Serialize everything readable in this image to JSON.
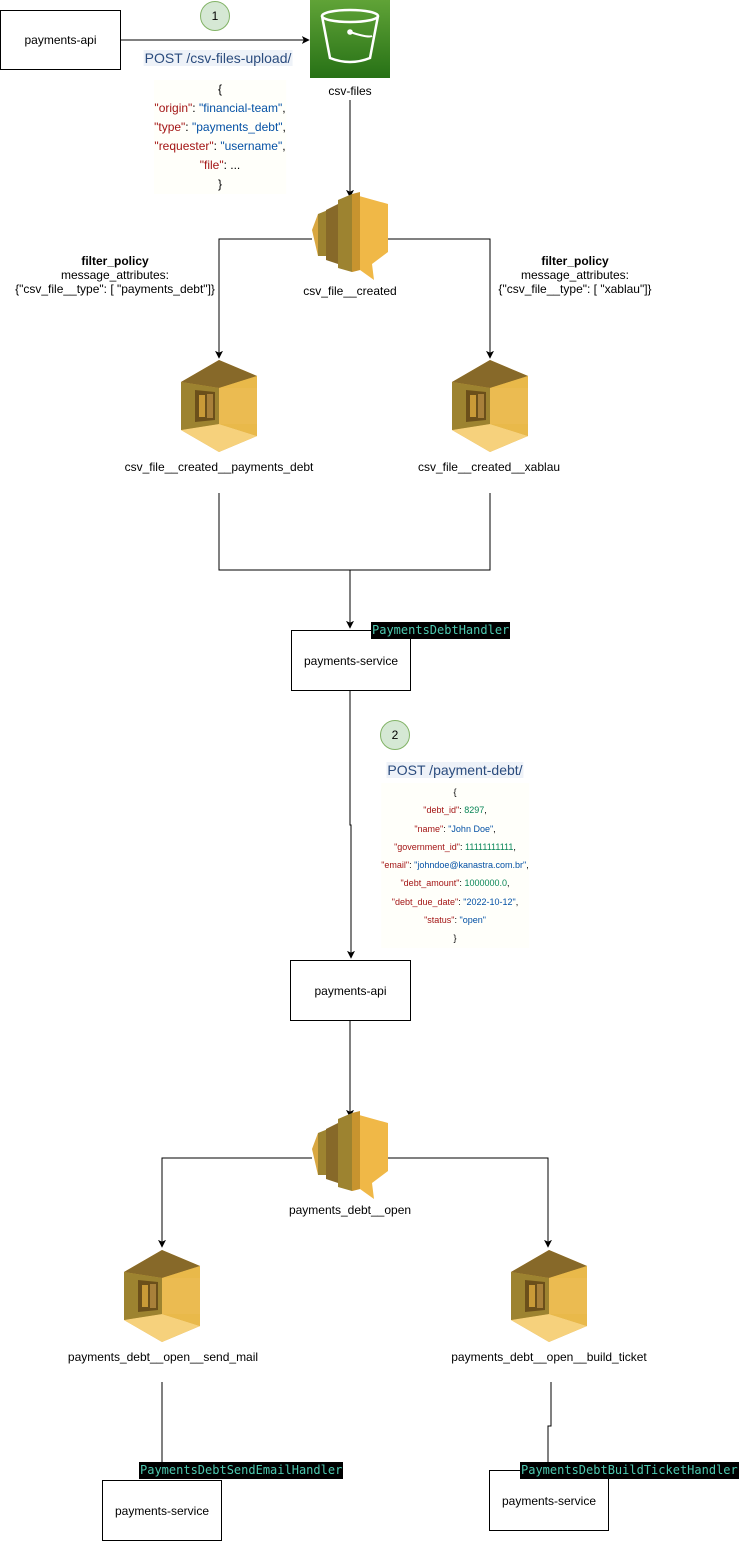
{
  "nodes": {
    "api_top": "payments-api",
    "bucket": "csv-files",
    "topic_created": "csv_file__created",
    "queue_payments_debt": "csv_file__created__payments_debt",
    "queue_xablau": "csv_file__created__xablau",
    "service_mid": "payments-service",
    "api_mid": "payments-api",
    "topic_open": "payments_debt__open",
    "queue_send_mail": "payments_debt__open__send_mail",
    "queue_build_ticket": "payments_debt__open__build_ticket",
    "service_mail": "payments-service",
    "service_ticket": "payments-service"
  },
  "steps": {
    "one": "1",
    "two": "2"
  },
  "endpoints": {
    "upload": "POST /csv-files-upload/",
    "payment_debt": "POST /payment-debt/"
  },
  "upload_body": {
    "open": "{",
    "close": "}",
    "entries": [
      {
        "key": "\"origin\"",
        "sep": ": ",
        "value": "\"financial-team\"",
        "kind": "s",
        "trail": ","
      },
      {
        "key": "\"type\"",
        "sep": ": ",
        "value": "\"payments_debt\"",
        "kind": "s",
        "trail": ","
      },
      {
        "key": "\"requester\"",
        "sep": ": ",
        "value": "\"username\"",
        "kind": "s",
        "trail": ","
      },
      {
        "key": "\"file\"",
        "sep": ": ",
        "value": "...",
        "kind": "p",
        "trail": ""
      }
    ]
  },
  "payment_body": {
    "open": "{",
    "close": "}",
    "entries": [
      {
        "key": "\"debt_id\"",
        "sep": ": ",
        "value": "8297",
        "kind": "n",
        "trail": ","
      },
      {
        "key": "\"name\"",
        "sep": ": ",
        "value": "\"John Doe\"",
        "kind": "s",
        "trail": ","
      },
      {
        "key": "\"government_id\"",
        "sep": ": ",
        "value": "11111111111",
        "kind": "n",
        "trail": ","
      },
      {
        "key": "\"email\"",
        "sep": ": ",
        "value": "\"johndoe@kanastra.com.br\"",
        "kind": "s",
        "trail": ","
      },
      {
        "key": "\"debt_amount\"",
        "sep": ": ",
        "value": "1000000.0",
        "kind": "n",
        "trail": ","
      },
      {
        "key": "\"debt_due_date\"",
        "sep": ": ",
        "value": "\"2022-10-12\"",
        "kind": "s",
        "trail": ","
      },
      {
        "key": "\"status\"",
        "sep": ": ",
        "value": "\"open\"",
        "kind": "s",
        "trail": ""
      }
    ]
  },
  "filters": {
    "left": {
      "title": "filter_policy",
      "line1": "message_attributes:",
      "line2": "{\"csv_file__type\": [ \"payments_debt\"]}"
    },
    "right": {
      "title": "filter_policy",
      "line1": "message_attributes:",
      "line2": "{\"csv_file__type\": [ \"xablau\"]}"
    }
  },
  "handlers": {
    "payments_debt": "PaymentsDebtHandler",
    "send_email": "PaymentsDebtSendEmailHandler",
    "build_ticket": "PaymentsDebtBuildTicketHandler"
  },
  "colors": {
    "sns_light": "#f7c545",
    "sns_mid": "#d9a741",
    "sns_dark": "#9d8330",
    "sqs_light": "#f6d17c",
    "sqs_mid": "#d9a741",
    "sqs_dark": "#876929",
    "s3_top": "#60a337",
    "s3_bottom": "#277116",
    "step_fill": "#d5e8d4",
    "step_border": "#82b366",
    "handler_text": "#4ec9b0"
  }
}
